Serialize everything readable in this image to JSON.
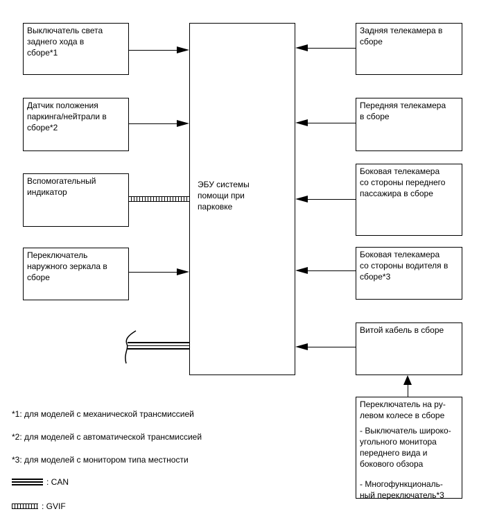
{
  "center_box": {
    "label": "ЭБУ системы\nпомощи при\nпарковке"
  },
  "left_boxes": [
    {
      "label": "Выключатель света\nзаднего хода в\nсборе*1"
    },
    {
      "label": "Датчик положения\nпаркинга/нейтрали в\nсборе*2"
    },
    {
      "label": "Вспомогательный\nиндикатор"
    },
    {
      "label": "Переключатель\nнаружного зеркала в\nсборе"
    }
  ],
  "right_boxes": [
    {
      "label": "Задняя телекамера в\nсборе"
    },
    {
      "label": "Передняя телекамера\nв сборе"
    },
    {
      "label": "Боковая телекамера\nсо стороны переднего\nпассажира в сборе"
    },
    {
      "label": "Боковая телекамера\nсо стороны водителя в\nсборе*3"
    },
    {
      "label": "Витой кабель в сборе"
    },
    {
      "label": "Переключатель на ру-\nлевом колесе в сборе",
      "sub_items": [
        "- Выключатель широко-\nугольного монитора\nпереднего вида и\nбокового обзора",
        "- Многофункциональ-\nный переключатель*3"
      ]
    }
  ],
  "footnotes": [
    "*1: для моделей с механической трансмиссией",
    "*2: для моделей с автоматической трансмиссией",
    "*3: для моделей с монитором типа местности"
  ],
  "legend": {
    "can_label": ": CAN",
    "gvif_label": ": GVIF"
  },
  "colors": {
    "line": "#000000",
    "background": "#ffffff"
  }
}
